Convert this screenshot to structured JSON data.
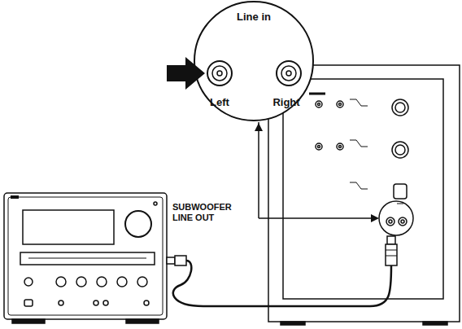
{
  "diagram": {
    "nodes": [
      {
        "text": [
          "Line in",
          "Left",
          "Right"
        ]
      }
    ],
    "labels": [
      "SUBWOOFER LINE OUT"
    ]
  }
}
